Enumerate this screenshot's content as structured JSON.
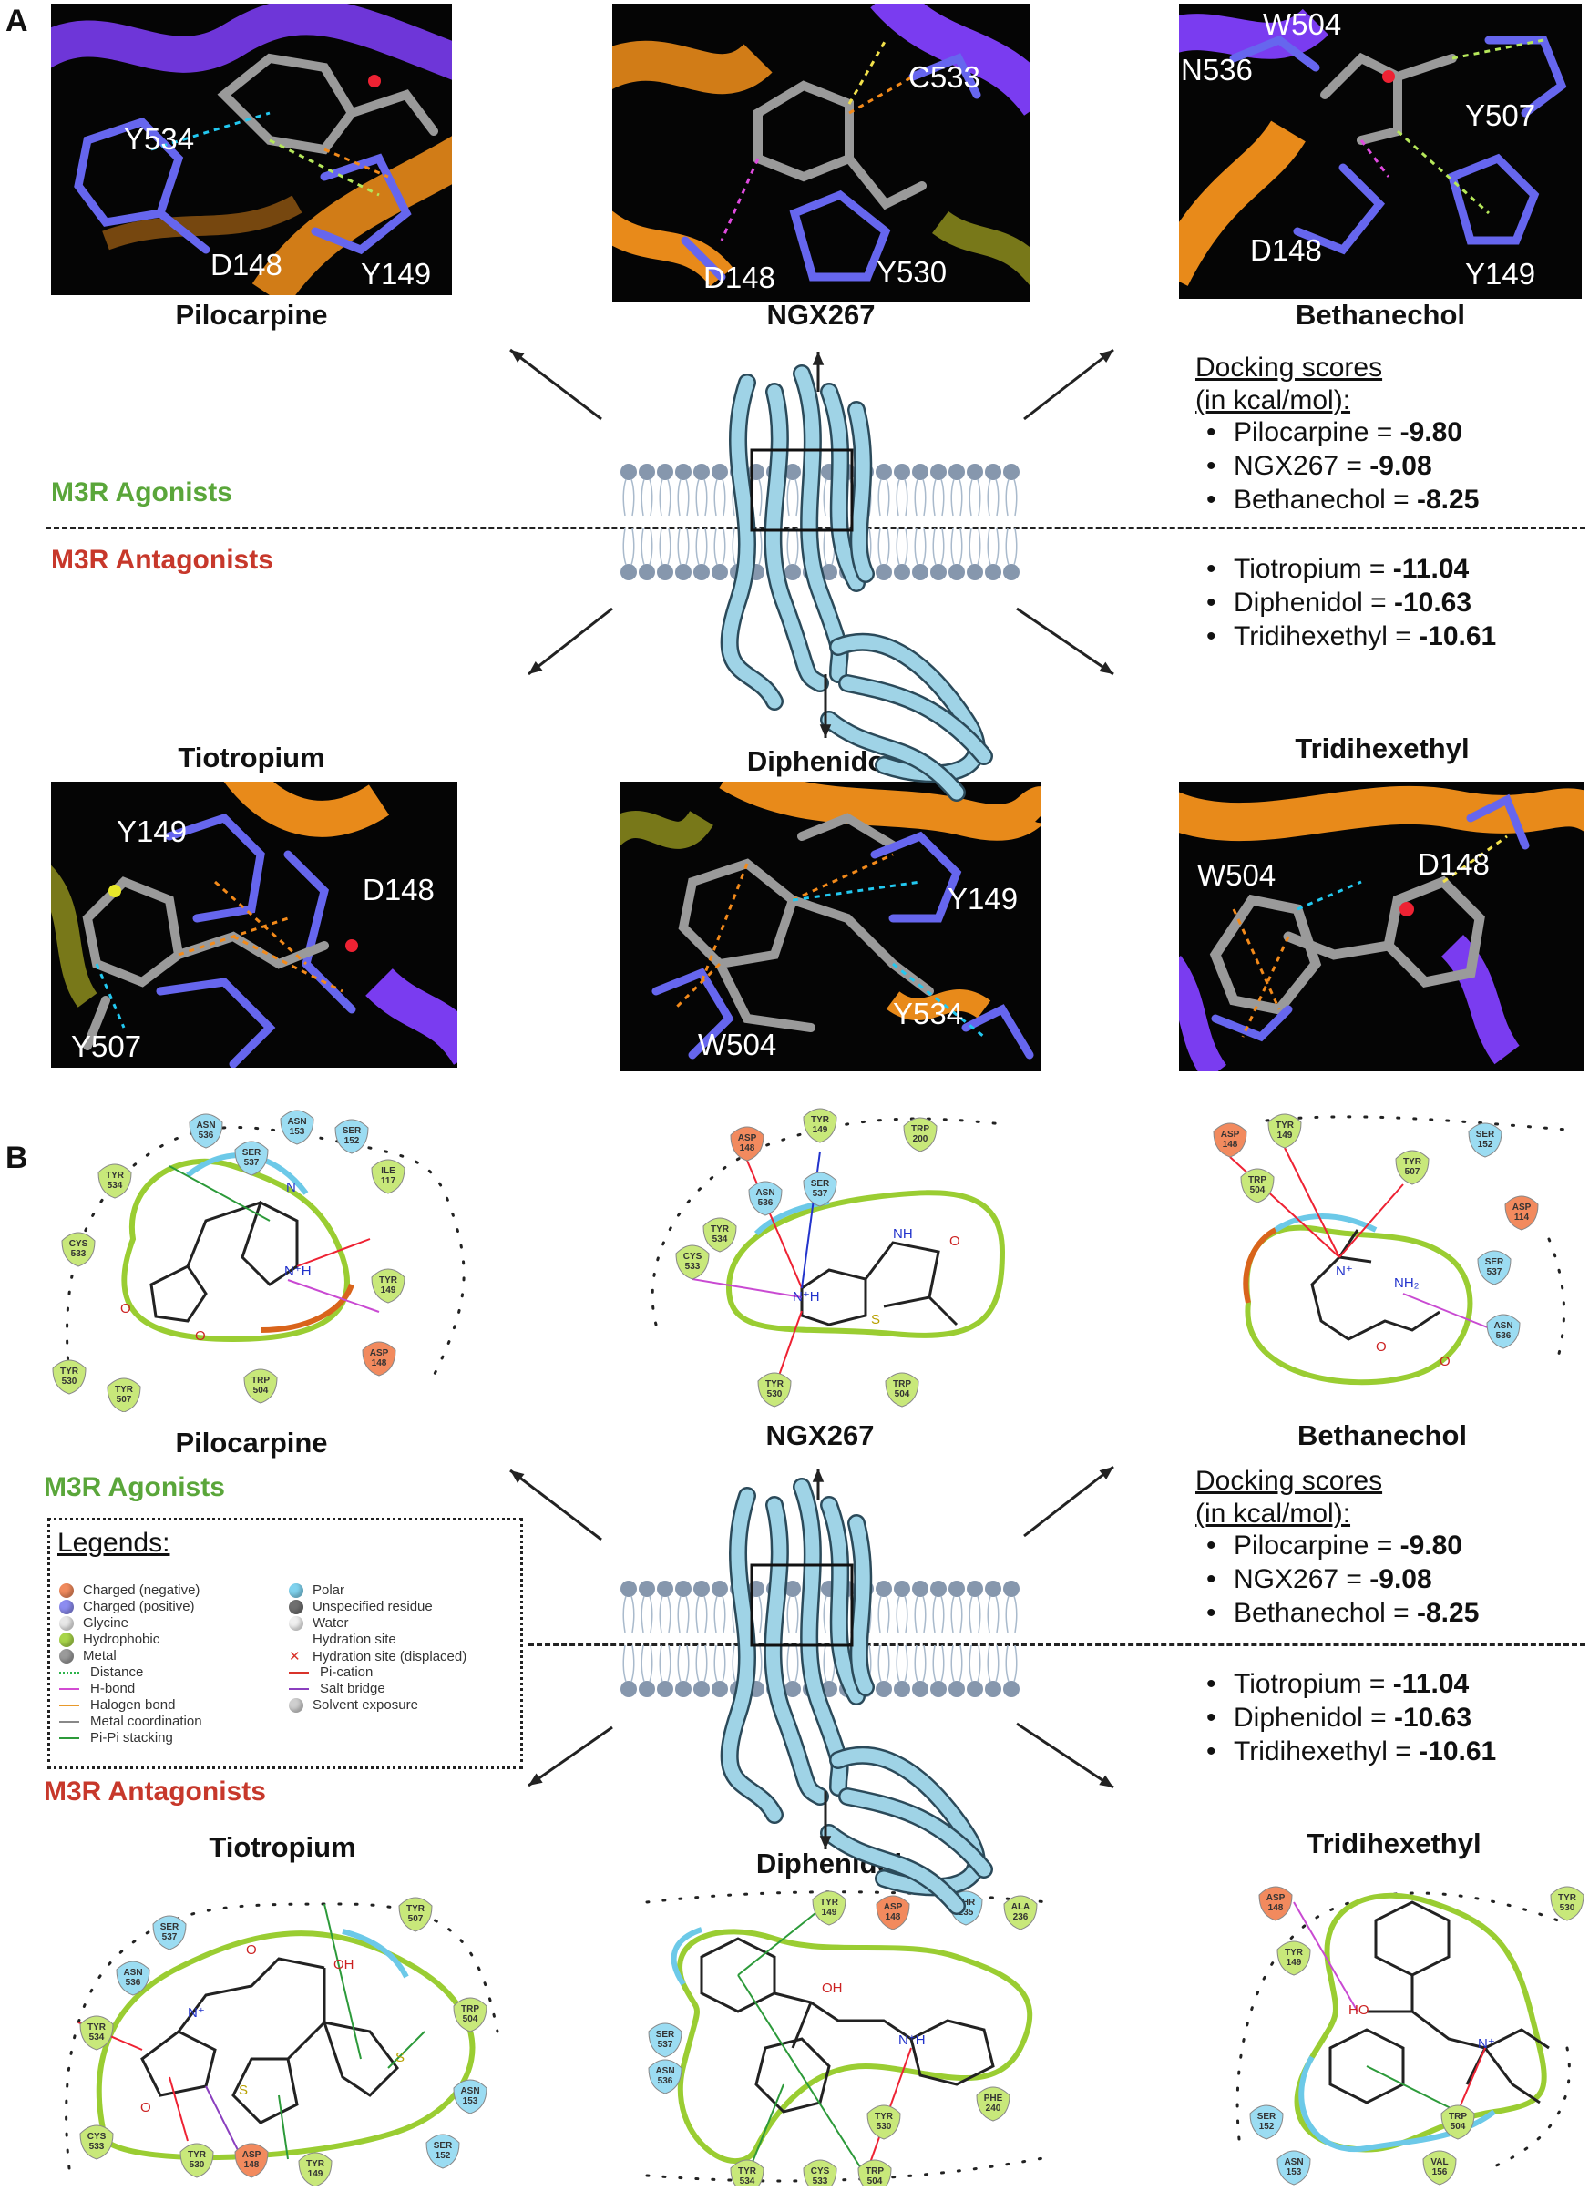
{
  "panel_a": {
    "letter": "A",
    "top_shots": [
      {
        "caption": "Pilocarpine",
        "residues": [
          "Y534",
          "D148",
          "Y149"
        ]
      },
      {
        "caption": "NGX267",
        "residues": [
          "C533",
          "D148",
          "Y530"
        ]
      },
      {
        "caption": "Bethanechol",
        "residues": [
          "W504",
          "N536",
          "Y507",
          "D148",
          "Y149"
        ]
      }
    ],
    "bottom_shots": [
      {
        "caption": "Tiotropium",
        "residues": [
          "Y149",
          "D148",
          "Y507"
        ]
      },
      {
        "caption": "Diphenidol",
        "residues": [
          "Y149",
          "Y534",
          "W504"
        ]
      },
      {
        "caption": "Tridihexethyl",
        "residues": [
          "W504",
          "D148"
        ]
      }
    ],
    "agonists_label": "M3R Agonists",
    "antagonists_label": "M3R Antagonists",
    "scores_title_1": "Docking scores",
    "scores_title_2": "(in kcal/mol):",
    "agonist_scores": [
      {
        "name": "Pilocarpine = ",
        "value": "-9.80"
      },
      {
        "name": "NGX267 = ",
        "value": "-9.08"
      },
      {
        "name": "Bethanechol = ",
        "value": "-8.25"
      }
    ],
    "antagonist_scores": [
      {
        "name": "Tiotropium = ",
        "value": "-11.04"
      },
      {
        "name": "Diphenidol = ",
        "value": "-10.63"
      },
      {
        "name": "Tridihexethyl = ",
        "value": "-10.61"
      }
    ]
  },
  "panel_b": {
    "letter": "B",
    "top_captions": [
      "Pilocarpine",
      "NGX267",
      "Bethanechol"
    ],
    "bottom_captions": [
      "Tiotropium",
      "Diphenidol",
      "Tridihexethyl"
    ],
    "agonists_label": "M3R Agonists",
    "antagonists_label": "M3R Antagonists",
    "scores_title_1": "Docking scores",
    "scores_title_2": "(in kcal/mol):",
    "agonist_scores": [
      {
        "name": "Pilocarpine = ",
        "value": "-9.80"
      },
      {
        "name": "NGX267 = ",
        "value": "-9.08"
      },
      {
        "name": "Bethanechol = ",
        "value": "-8.25"
      }
    ],
    "antagonist_scores": [
      {
        "name": "Tiotropium = ",
        "value": "-11.04"
      },
      {
        "name": "Diphenidol = ",
        "value": "-10.63"
      },
      {
        "name": "Tridihexethyl = ",
        "value": "-10.61"
      }
    ],
    "legend": {
      "title": "Legends:",
      "left_items": [
        {
          "label": "Charged (negative)",
          "color": "#f08a5d",
          "kind": "dot"
        },
        {
          "label": "Charged (positive)",
          "color": "#8c8cf0",
          "kind": "dot"
        },
        {
          "label": "Glycine",
          "color": "#e8e8e8",
          "kind": "dot"
        },
        {
          "label": "Hydrophobic",
          "color": "#a9d64a",
          "kind": "dot"
        },
        {
          "label": "Metal",
          "color": "#9a9a9a",
          "kind": "dot"
        },
        {
          "label": "Distance",
          "color": "#2cb34a",
          "kind": "dotted"
        },
        {
          "label": "H-bond",
          "color": "#d24bd2",
          "kind": "arrow"
        },
        {
          "label": "Halogen bond",
          "color": "#e89a2b",
          "kind": "arrow"
        },
        {
          "label": "Metal coordination",
          "color": "#888888",
          "kind": "line"
        },
        {
          "label": "Pi-Pi stacking",
          "color": "#2c9a3a",
          "kind": "dotline"
        }
      ],
      "right_items": [
        {
          "label": "Polar",
          "color": "#7fd2ee",
          "kind": "dot"
        },
        {
          "label": "Unspecified residue",
          "color": "#6f6f6f",
          "kind": "dot"
        },
        {
          "label": "Water",
          "color": "#f0f0f0",
          "kind": "dot"
        },
        {
          "label": "Hydration site",
          "color": "#ffffff",
          "kind": "none"
        },
        {
          "label": "Hydration site (displaced)",
          "color": "#d9342b",
          "kind": "x"
        },
        {
          "label": "Pi-cation",
          "color": "#d9342b",
          "kind": "dotline"
        },
        {
          "label": "Salt bridge",
          "color": "#8b3fbf",
          "kind": "line"
        },
        {
          "label": "Solvent exposure",
          "color": "#cfcfcf",
          "kind": "dot"
        }
      ]
    },
    "residue_chips": {
      "pilocarpine": [
        "ASN 536",
        "ASN 153",
        "SER 152",
        "SER 537",
        "TYR 534",
        "ILE 117",
        "CYS 533",
        "TYR 149",
        "ASP 148",
        "TYR 530",
        "TYR 507",
        "TRP 504"
      ],
      "ngx267": [
        "ASP 148",
        "TYR 149",
        "TRP 200",
        "ASN 536",
        "SER 537",
        "TYR 534",
        "CYS 533",
        "TYR 530",
        "TRP 504"
      ],
      "bethanechol": [
        "ASP 148",
        "TYR 149",
        "SER 152",
        "TYR 507",
        "TRP 504",
        "ASP 114",
        "SER 537",
        "ASN 536"
      ],
      "tiotropium": [
        "SER 537",
        "ASN 536",
        "TYR 507",
        "TRP 504",
        "TYR 534",
        "ASN 153",
        "CYS 533",
        "SER 152",
        "TYR 530",
        "ASP 148",
        "TYR 149"
      ],
      "diphenidol": [
        "TYR 149",
        "ASP 148",
        "THR 235",
        "ALA 236",
        "SER 537",
        "ASN 536",
        "PHE 240",
        "TYR 530",
        "TYR 534",
        "CYS 533",
        "TRP 504"
      ],
      "tridihexethyl": [
        "ASP 148",
        "TYR 149",
        "TYR 530",
        "SER 152",
        "ASN 153",
        "TRP 504",
        "VAL 156"
      ]
    },
    "atom_labels": {
      "pilocarpine": [
        "N",
        "N⁺H",
        "O",
        "O"
      ],
      "ngx267": [
        "N⁺H",
        "NH",
        "O",
        "S"
      ],
      "bethanechol": [
        "N⁺",
        "NH₂",
        "O",
        "O"
      ],
      "tiotropium": [
        "N⁺",
        "O",
        "OH",
        "O",
        "S",
        "S"
      ],
      "diphenidol": [
        "OH",
        "N⁺H"
      ],
      "tridihexethyl": [
        "HO",
        "N⁺"
      ]
    }
  }
}
